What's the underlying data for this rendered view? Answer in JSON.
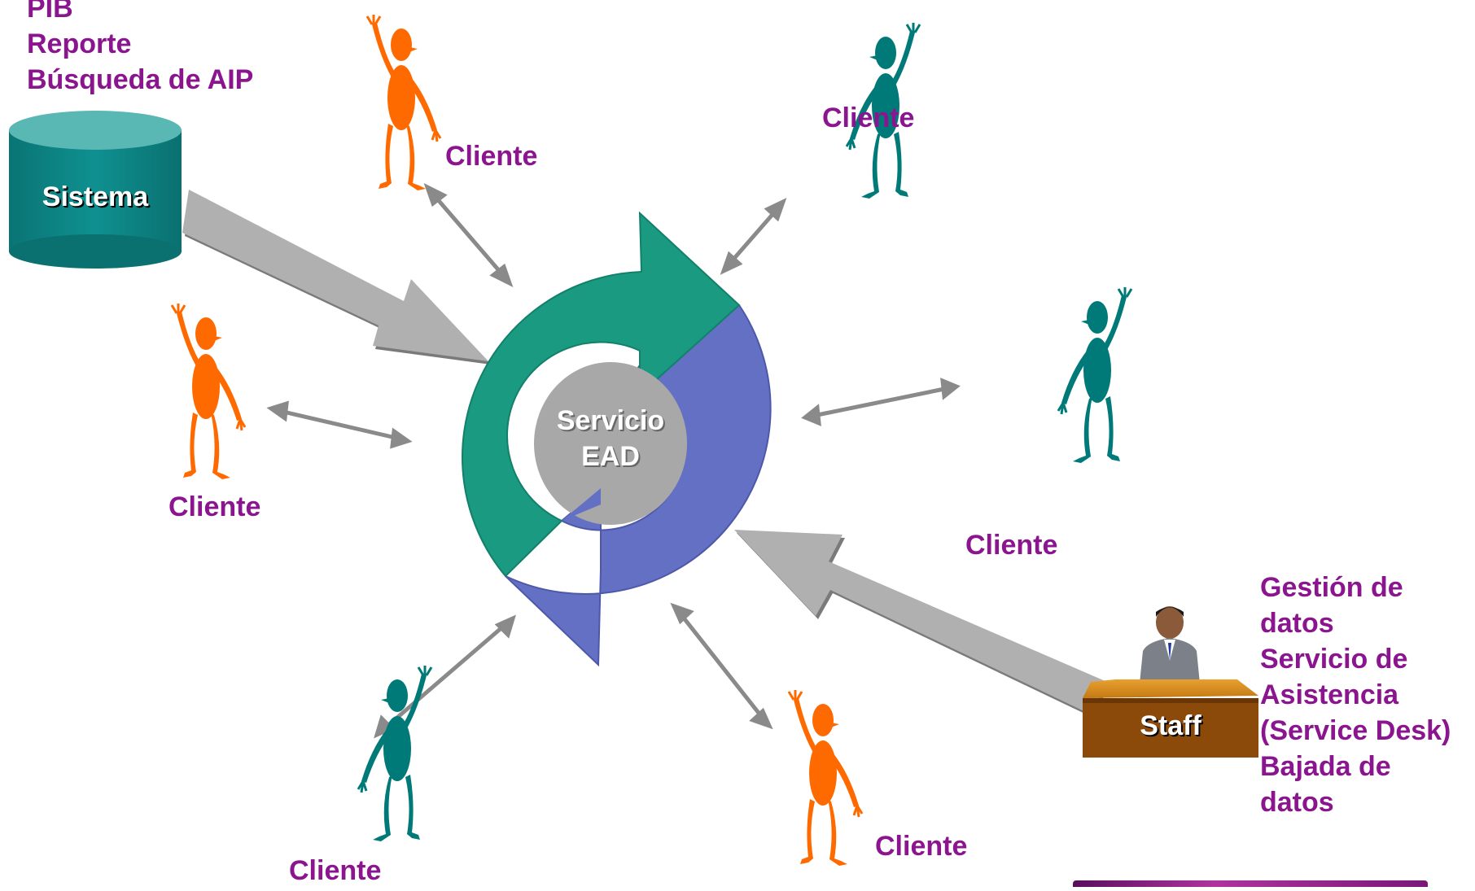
{
  "top_left_labels": [
    "PIB",
    "Reporte",
    "Búsqueda de AIP"
  ],
  "sistema_label": "Sistema",
  "center_label": [
    "Servicio",
    "EAD"
  ],
  "staff_label": "Staff",
  "staff_functions": [
    "Gestión de",
    "datos",
    "Servicio de",
    "Asistencia",
    "(Service Desk)",
    "Bajada de",
    "datos"
  ],
  "clients": [
    {
      "label": "Cliente",
      "color": "#ff6a00"
    },
    {
      "label": "Cliente",
      "color": "#007a78"
    },
    {
      "label": "Cliente",
      "color": "#ff6a00"
    },
    {
      "label": "Cliente",
      "color": "#007a78"
    },
    {
      "label": "Cliente",
      "color": "#007a78"
    },
    {
      "label": "Cliente",
      "color": "#ff6a00"
    }
  ],
  "colors": {
    "label_text": "#8b158f",
    "cycle_green": "#1a9a80",
    "cycle_blue": "#6470c4",
    "cycle_center": "#a8a8a8",
    "cylinder": "#0e8a8a",
    "desk": "#8b4a0a",
    "arrow_gray": "#a9a9a9"
  }
}
